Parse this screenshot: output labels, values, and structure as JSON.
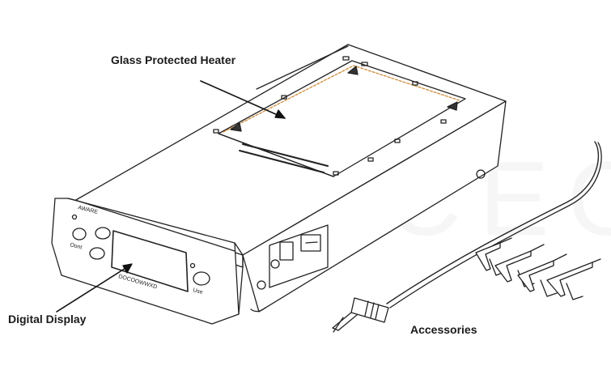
{
  "labels": {
    "heater": "Glass Protected Heater",
    "display": "Digital Display",
    "accessories": "Accessories"
  },
  "watermark": "ABECEC",
  "device": {
    "brand_text": "AWARE",
    "digits": "DOCOOWWXD",
    "buttons": {
      "top_left": "Oont",
      "top_right": "Use"
    }
  }
}
